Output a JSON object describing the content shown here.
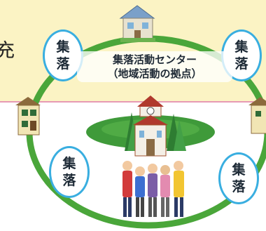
{
  "header_partial_text": "充",
  "center": {
    "line1": "集落活動センター",
    "line2": "（地域活動の拠点）"
  },
  "settlements": [
    {
      "line1": "集",
      "line2": "落"
    },
    {
      "line1": "集",
      "line2": "落"
    },
    {
      "line1": "集",
      "line2": "落"
    },
    {
      "line1": "集",
      "line2": "落"
    }
  ],
  "colors": {
    "band": "#fbf3c4",
    "ring": "#4aa63a",
    "bubble_border": "#39aee0",
    "grass": "#3f9a3a"
  }
}
